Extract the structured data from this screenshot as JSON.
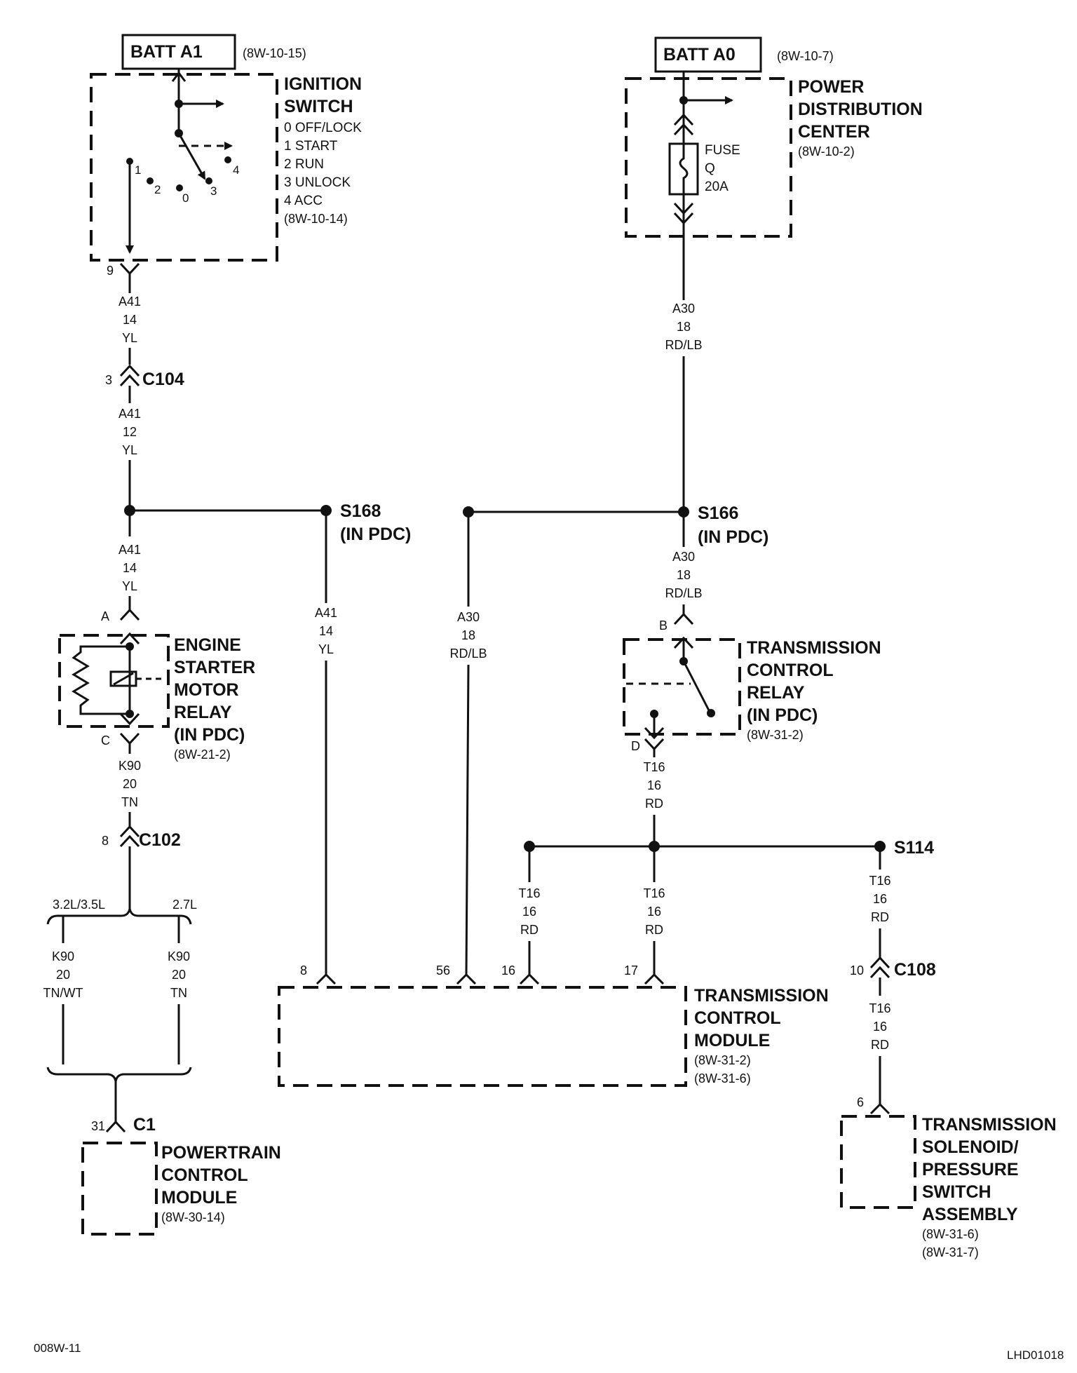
{
  "batt_a1": {
    "label": "BATT A1",
    "ref": "(8W-10-15)"
  },
  "batt_a0": {
    "label": "BATT A0",
    "ref": "(8W-10-7)"
  },
  "ignition_switch": {
    "name1": "IGNITION",
    "name2": "SWITCH",
    "positions": [
      "0 OFF/LOCK",
      "1 START",
      "2 RUN",
      "3 UNLOCK",
      "4 ACC"
    ],
    "ref": "(8W-10-14)",
    "contact_1": "1",
    "contact_2": "2",
    "contact_0": "0",
    "contact_3": "3",
    "contact_4": "4",
    "pin": "9"
  },
  "pdc": {
    "name1": "POWER",
    "name2": "DISTRIBUTION",
    "name3": "CENTER",
    "ref": "(8W-10-2)",
    "fuse1": "FUSE",
    "fuse2": "Q",
    "fuse3": "20A"
  },
  "wires": {
    "a41_14_top": [
      "A41",
      "14",
      "YL"
    ],
    "a41_12": [
      "A41",
      "12",
      "YL"
    ],
    "a41_14_mid": [
      "A41",
      "14",
      "YL"
    ],
    "a41_14_s168": [
      "A41",
      "14",
      "YL"
    ],
    "a30_top": [
      "A30",
      "18",
      "RD/LB"
    ],
    "a30_s166": [
      "A30",
      "18",
      "RD/LB"
    ],
    "a30_left": [
      "A30",
      "18",
      "RD/LB"
    ],
    "k90_relay": [
      "K90",
      "20",
      "TN"
    ],
    "k90_left": [
      "K90",
      "20",
      "TN/WT"
    ],
    "k90_right": [
      "K90",
      "20",
      "TN"
    ],
    "t16_relay": [
      "T16",
      "16",
      "RD"
    ],
    "t16_16": [
      "T16",
      "16",
      "RD"
    ],
    "t16_17": [
      "T16",
      "16",
      "RD"
    ],
    "t16_s114": [
      "T16",
      "16",
      "RD"
    ],
    "t16_c108": [
      "T16",
      "16",
      "RD"
    ]
  },
  "connectors": {
    "c104": {
      "name": "C104",
      "pin": "3"
    },
    "c102": {
      "name": "C102",
      "pin": "8"
    },
    "c108": {
      "name": "C108",
      "pin": "10"
    },
    "c1": {
      "name": "C1",
      "pin": "31"
    }
  },
  "splices": {
    "s168": {
      "name": "S168",
      "loc": "(IN PDC)"
    },
    "s166": {
      "name": "S166",
      "loc": "(IN PDC)"
    },
    "s114": {
      "name": "S114"
    }
  },
  "engine_relay": {
    "lines": [
      "ENGINE",
      "STARTER",
      "MOTOR",
      "RELAY",
      "(IN PDC)"
    ],
    "ref": "(8W-21-2)",
    "pin_a": "A",
    "pin_c": "C"
  },
  "trans_relay": {
    "lines": [
      "TRANSMISSION",
      "CONTROL",
      "RELAY",
      "(IN PDC)"
    ],
    "ref": "(8W-31-2)",
    "pin_b": "B",
    "pin_d": "D"
  },
  "branch": {
    "left": "3.2L/3.5L",
    "right": "2.7L"
  },
  "tcm": {
    "lines": [
      "TRANSMISSION",
      "CONTROL",
      "MODULE"
    ],
    "refs": [
      "(8W-31-2)",
      "(8W-31-6)"
    ],
    "pins": [
      "8",
      "56",
      "16",
      "17"
    ]
  },
  "pcm": {
    "lines": [
      "POWERTRAIN",
      "CONTROL",
      "MODULE"
    ],
    "ref": "(8W-30-14)"
  },
  "solenoid": {
    "lines": [
      "TRANSMISSION",
      "SOLENOID/",
      "PRESSURE",
      "SWITCH",
      "ASSEMBLY"
    ],
    "refs": [
      "(8W-31-6)",
      "(8W-31-7)"
    ],
    "pin": "6"
  },
  "footer": {
    "left": "008W-11",
    "right": "LHD01018"
  }
}
